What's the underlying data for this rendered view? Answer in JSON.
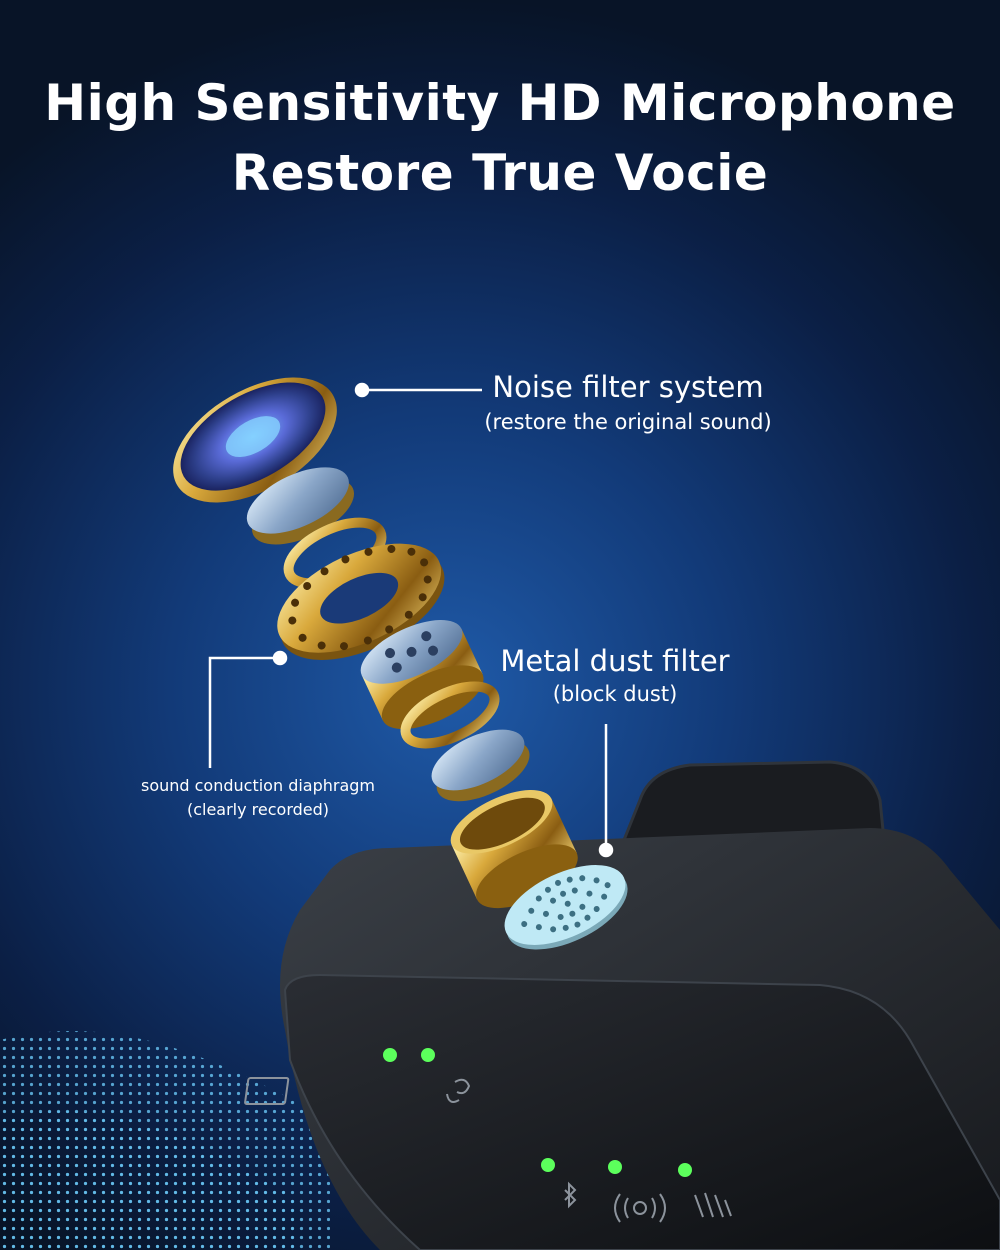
{
  "headline": {
    "line1": "High Sensitivity HD Microphone",
    "line2": "Restore True Vocie"
  },
  "callouts": {
    "noise_filter": {
      "title": "Noise filter system",
      "subtitle": "(restore the original sound)"
    },
    "dust_filter": {
      "title": "Metal dust filter",
      "subtitle": "(block dust)"
    },
    "diaphragm": {
      "title": "sound conduction diaphragm",
      "subtitle": "(clearly recorded)"
    }
  },
  "colors": {
    "background": "#123a78",
    "gold": "#c9a13a",
    "led": "#5cff5c",
    "mesh": "#bfe9f5",
    "device": "#1c1f24"
  },
  "icons": [
    "image-transmit-icon",
    "pair-icon",
    "bluetooth-icon",
    "broadcast-icon",
    "noise-reduction-icon"
  ]
}
